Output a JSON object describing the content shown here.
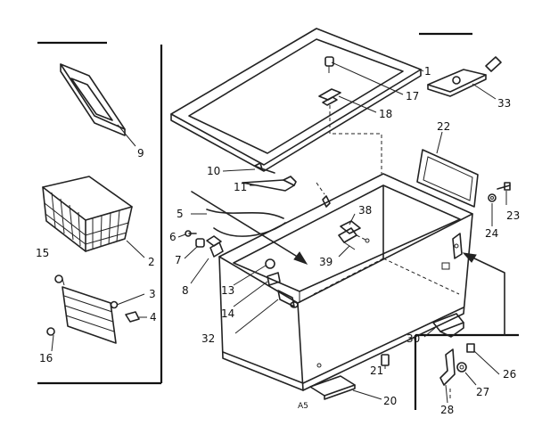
{
  "diagram": {
    "footer_code": "A5",
    "callouts": {
      "c1": "1",
      "c2": "2",
      "c3": "3",
      "c4": "4",
      "c5": "5",
      "c6": "6",
      "c7": "7",
      "c8": "8",
      "c9": "9",
      "c10": "10",
      "c11": "11",
      "c13": "13",
      "c14": "14",
      "c15": "15",
      "c16": "16",
      "c17": "17",
      "c18": "18",
      "c20": "20",
      "c21": "21",
      "c22": "22",
      "c23": "23",
      "c24": "24",
      "c26": "26",
      "c27": "27",
      "c28": "28",
      "c30": "30",
      "c32": "32",
      "c33": "33",
      "c38": "38",
      "c39": "39"
    }
  }
}
